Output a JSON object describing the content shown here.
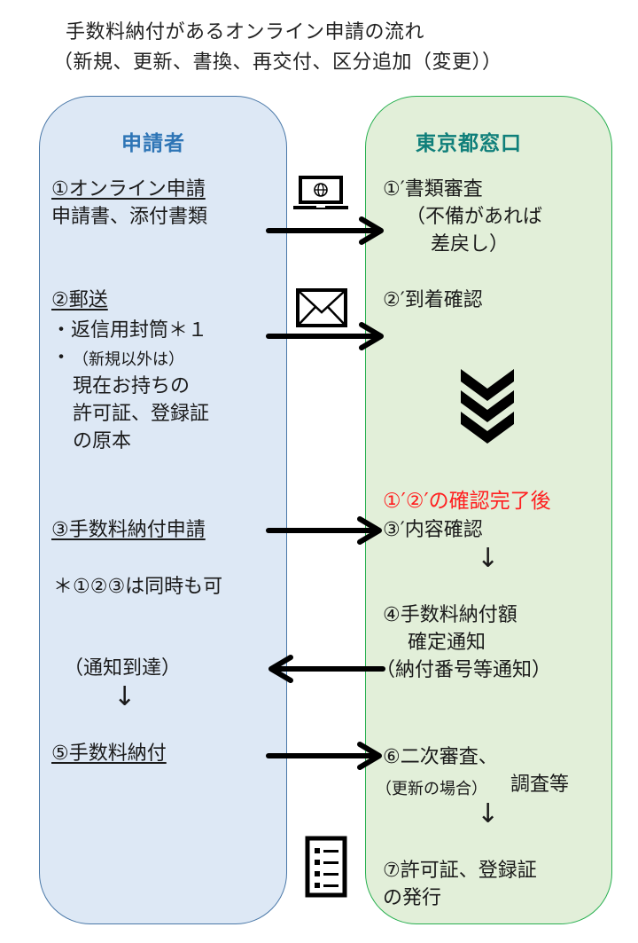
{
  "title": {
    "line1": "手数料納付があるオンライン申請の流れ",
    "line2": "（新規、更新、書換、再交付、区分追加（変更））"
  },
  "applicant": {
    "heading": "申請者",
    "color": "#2e75b6",
    "step1": {
      "label": "①オンライン申請",
      "detail": "申請書、添付書類"
    },
    "step2": {
      "label": "②郵送",
      "items": [
        "・返信用封筒＊１",
        "・",
        "（新規以外は）",
        "現在お持ちの",
        "許可証、登録証",
        "の原本"
      ]
    },
    "step3": {
      "label": "③手数料納付申請"
    },
    "note": "＊①②③は同時も可",
    "notice_arrival": "（通知到達）",
    "down_arrow": "↓",
    "step5": {
      "label": "⑤手数料納付"
    }
  },
  "office": {
    "heading": "東京都窓口",
    "color": "#0f7f7a",
    "step1p": {
      "label": "①′書類審査",
      "detail1": "（不備があれば",
      "detail2": "差戻し）"
    },
    "step2p": {
      "label": "②′到着確認"
    },
    "after_confirm": "①′②′の確認完了後",
    "after_confirm_color": "#ff2020",
    "step3p": {
      "label": "③′内容確認"
    },
    "down_arrow": "↓",
    "step4": {
      "line1": "④手数料納付額",
      "line2": "確定通知",
      "line3": "（納付番号等通知）"
    },
    "step6": {
      "line1": "⑥二次審査、",
      "line2_small": "（更新の場合）",
      "line2": "調査等"
    },
    "step7": {
      "line1": "⑦許可証、登録証",
      "line2": "の発行"
    }
  },
  "icons": {
    "online": "laptop-globe-icon",
    "mail": "envelope-icon",
    "progress": "triple-chevron-down-icon",
    "document": "document-list-icon"
  }
}
